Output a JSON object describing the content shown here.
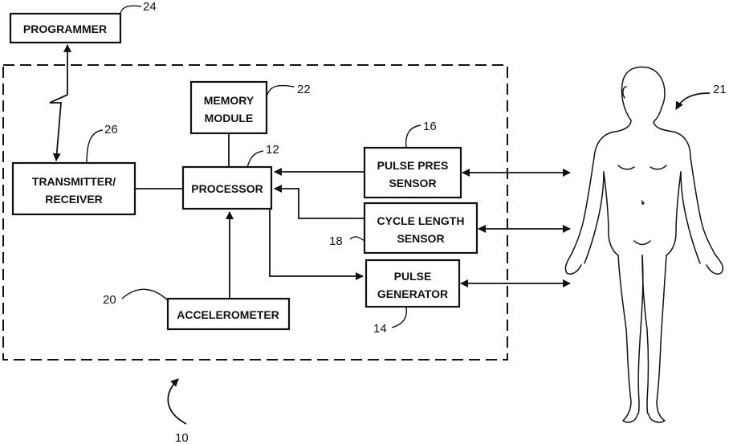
{
  "blocks": {
    "programmer": {
      "label": "PROGRAMMER",
      "ref": "24"
    },
    "transmitter": {
      "line1": "TRANSMITTER/",
      "line2": "RECEIVER",
      "ref": "26"
    },
    "memory": {
      "line1": "MEMORY",
      "line2": "MODULE",
      "ref": "22"
    },
    "processor": {
      "label": "PROCESSOR",
      "ref": "12"
    },
    "pulse_pres": {
      "line1": "PULSE PRES",
      "line2": "SENSOR",
      "ref": "16"
    },
    "cycle_length": {
      "line1": "CYCLE LENGTH",
      "line2": "SENSOR",
      "ref": "18"
    },
    "pulse_generator": {
      "line1": "PULSE",
      "line2": "GENERATOR",
      "ref": "14"
    },
    "accelerometer": {
      "label": "ACCELEROMETER",
      "ref": "20"
    }
  },
  "device": {
    "ref": "10"
  },
  "patient": {
    "ref": "21"
  }
}
